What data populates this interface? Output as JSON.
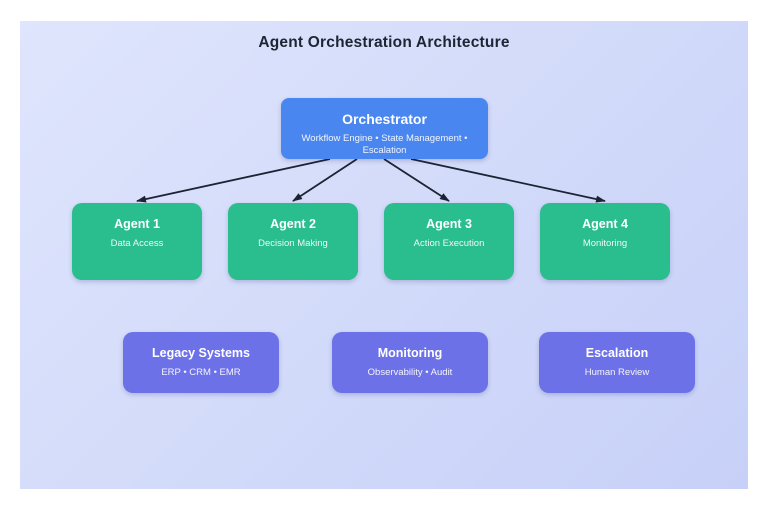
{
  "title": "Agent Orchestration Architecture",
  "colors": {
    "canvas_from": "#dfe5fc",
    "canvas_to": "#c7d0f8",
    "orchestrator": "#4a86ef",
    "agent": "#2abd8d",
    "system": "#6d71e8",
    "arrow": "#1b2433",
    "title_text": "#1c2533"
  },
  "diagram": {
    "orchestrator": {
      "title": "Orchestrator",
      "subtitle": "Workflow Engine • State Management • Escalation"
    },
    "agents": [
      {
        "title": "Agent 1",
        "subtitle": "Data Access"
      },
      {
        "title": "Agent 2",
        "subtitle": "Decision Making"
      },
      {
        "title": "Agent 3",
        "subtitle": "Action Execution"
      },
      {
        "title": "Agent 4",
        "subtitle": "Monitoring"
      }
    ],
    "systems": [
      {
        "title": "Legacy Systems",
        "subtitle": "ERP • CRM • EMR"
      },
      {
        "title": "Monitoring",
        "subtitle": "Observability • Audit"
      },
      {
        "title": "Escalation",
        "subtitle": "Human Review"
      }
    ],
    "edges": [
      {
        "from": "orchestrator-node",
        "to": "agent-node-1"
      },
      {
        "from": "orchestrator-node",
        "to": "agent-node-2"
      },
      {
        "from": "orchestrator-node",
        "to": "agent-node-3"
      },
      {
        "from": "orchestrator-node",
        "to": "agent-node-4"
      }
    ]
  }
}
